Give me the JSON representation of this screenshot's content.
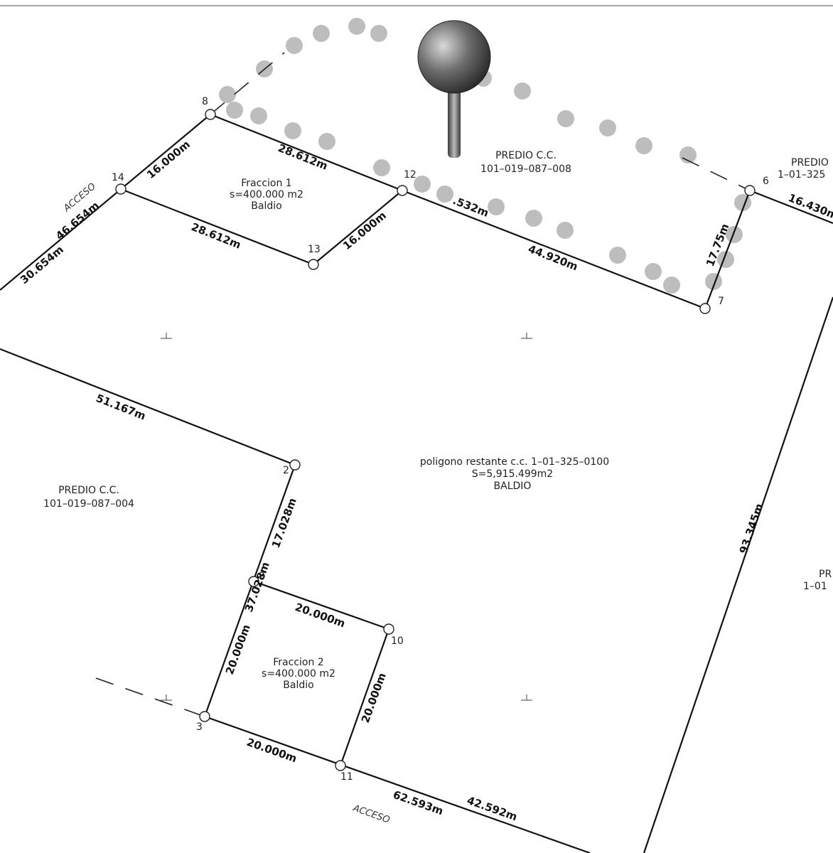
{
  "parcels": {
    "fraccion1": {
      "name": "Fraccion  1",
      "area": "s=400.000  m2",
      "use": "Baldio"
    },
    "fraccion2": {
      "name": "Fraccion  2",
      "area": "s=400.000  m2",
      "use": "Baldio"
    },
    "remaining": {
      "name": "poligono restante c.c. 1–01–325–0100",
      "area": "S=5,915.499m2",
      "use": "BALDIO"
    },
    "predio_top": {
      "name": "PREDIO  C.C.",
      "code": "101–019–087–008"
    },
    "predio_left": {
      "name": "PREDIO  C.C.",
      "code": "101–019–087–004"
    },
    "predio_right_top": {
      "name": "PREDIO",
      "code": "1–01–325"
    },
    "predio_right_mid": {
      "name": "PR",
      "code": "1–01"
    }
  },
  "access_labels": {
    "top_left": "ACCESO",
    "bottom": "ACCESO"
  },
  "vertices": {
    "v2": "2",
    "v3": "3",
    "v6": "6",
    "v7": "7",
    "v8": "8",
    "v9": "9",
    "v10": "10",
    "v11": "11",
    "v12": "12",
    "v13": "13",
    "v14": "14"
  },
  "measurements": {
    "m8_14": "16.000m",
    "m14_left": "46.654m",
    "m_left_lower": "30.654m",
    "m8_12": "28.612m",
    "m14_13": "28.612m",
    "m13_12": "16.000m",
    "m12_6": ".532m",
    "m12_7": "44.920m",
    "m6_7": "17.75m",
    "m6_right": "16.430m",
    "m_left_2": "51.167m",
    "m2_9": "17.028m",
    "m_9_3": "37.028m",
    "m9_10": "20.000m",
    "m9_3": "20.000m",
    "m10_11": "20.000m",
    "m3_11": "20.000m",
    "m11_a": "62.593m",
    "m11_b": "42.592m",
    "m_right": "93.345m"
  },
  "marker": {
    "icon": "location-pin-icon"
  }
}
